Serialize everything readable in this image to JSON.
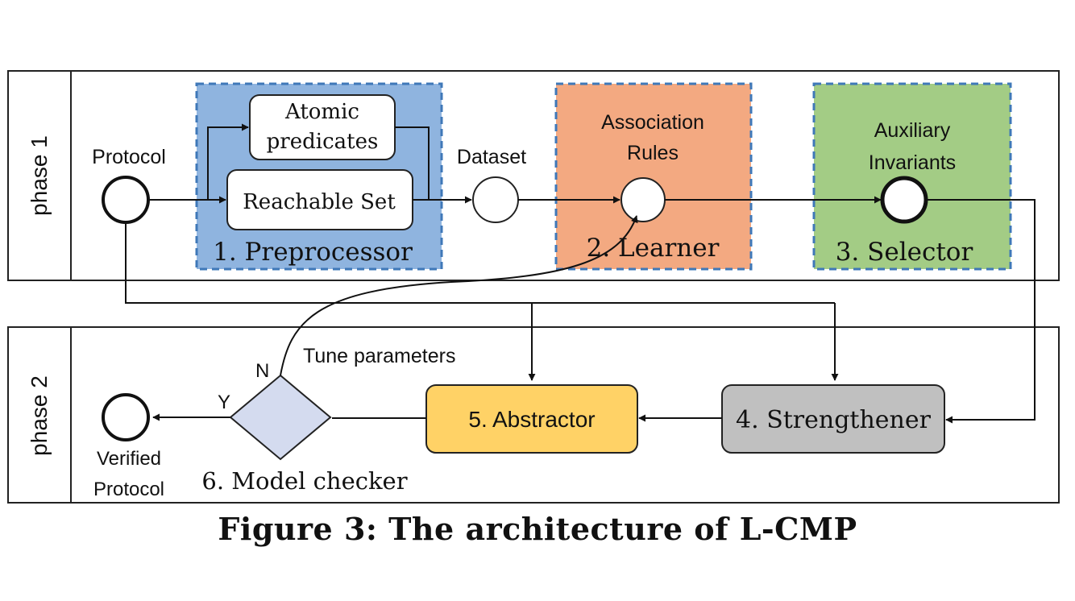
{
  "phases": {
    "phase1": "phase 1",
    "phase2": "phase 2"
  },
  "nodes": {
    "protocol": "Protocol",
    "dataset": "Dataset",
    "atomic_line1": "Atomic",
    "atomic_line2": "predicates",
    "reachable_set": "Reachable Set",
    "preprocessor": "1. Preprocessor",
    "association_line1": "Association",
    "association_line2": "Rules",
    "learner": "2. Learner",
    "auxiliary_line1": "Auxiliary",
    "auxiliary_line2": "Invariants",
    "selector": "3. Selector",
    "strengthener": "4. Strengthener",
    "abstractor": "5. Abstractor",
    "model_checker": "6. Model checker",
    "tune_parameters": "Tune parameters",
    "label_n": "N",
    "label_y": "Y",
    "verified_line1": "Verified",
    "verified_line2": "Protocol"
  },
  "colors": {
    "preprocessor_fill": "#8fb4df",
    "learner_fill": "#f3a981",
    "selector_fill": "#a3cc85",
    "strengthener_fill": "#c0c0c0",
    "abstractor_fill": "#ffd266",
    "model_checker_fill": "#d4dbef",
    "dashed_border": "#3f78b8"
  },
  "caption": "Figure 3: The architecture of L-CMP"
}
